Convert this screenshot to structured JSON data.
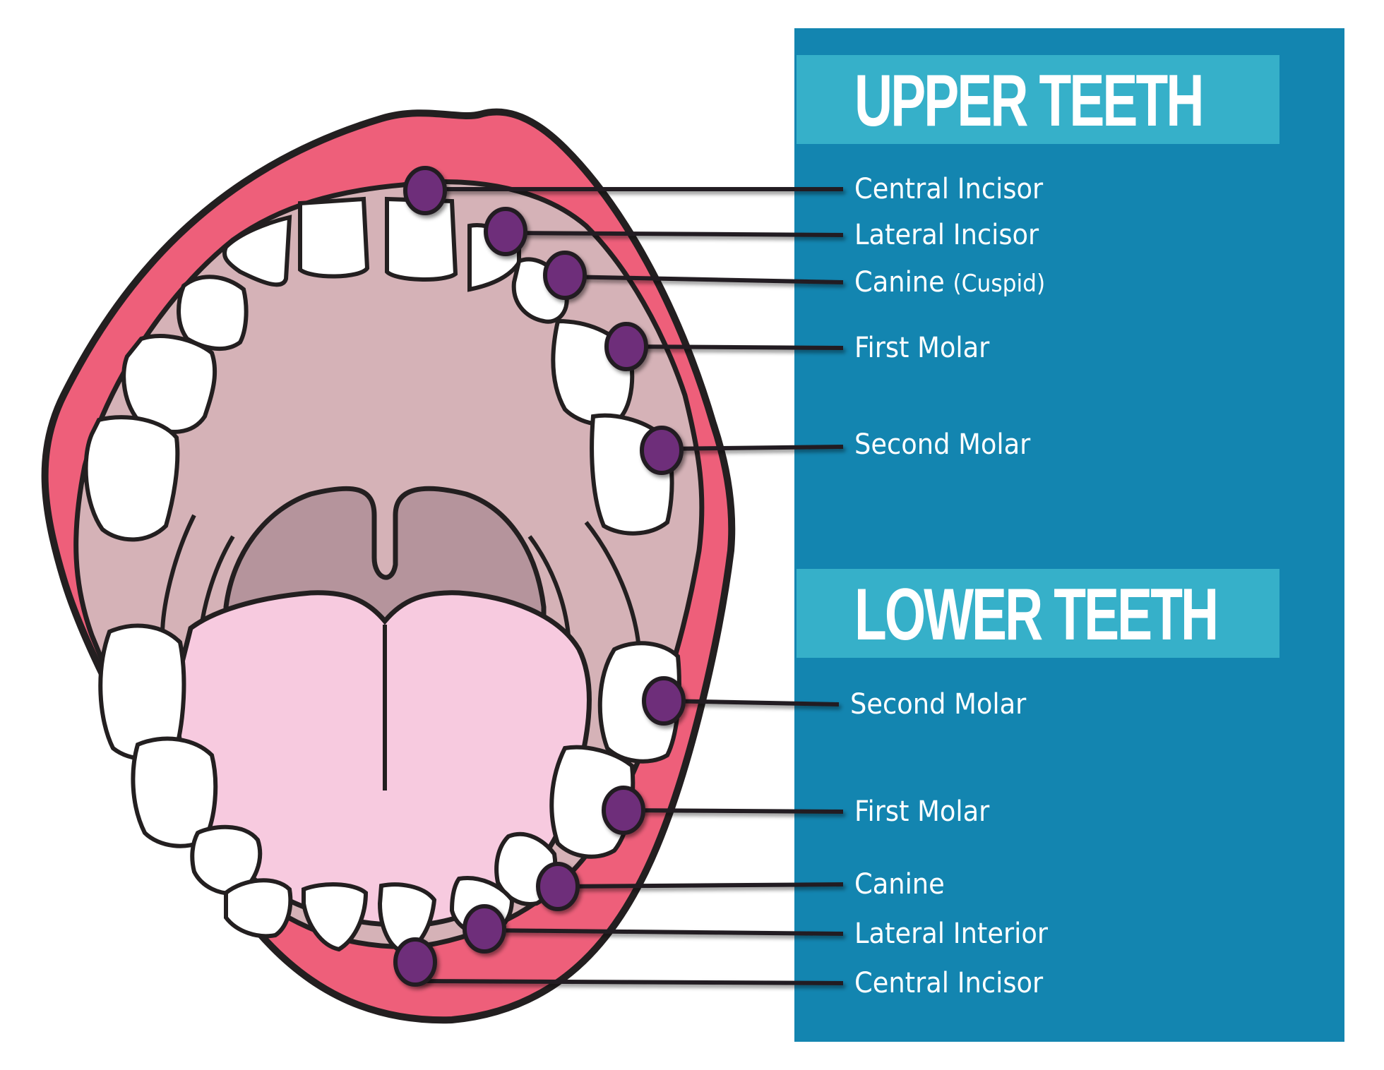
{
  "colors": {
    "panel_bg": "#1385b0",
    "header_bg": "#36b0c9",
    "lip": "#ee5f7a",
    "mouth_interior": "#d5b2b7",
    "throat": "#b5949c",
    "tongue": "#f7cadf",
    "tooth": "#ffffff",
    "outline": "#231f20",
    "marker": "#6e2d7a",
    "label_text": "#ffffff"
  },
  "upper": {
    "title": "UPPER TEETH",
    "labels": [
      {
        "name": "Central Incisor"
      },
      {
        "name": "Lateral Incisor"
      },
      {
        "name": "Canine",
        "sub": "(Cuspid)"
      },
      {
        "name": "First Molar"
      },
      {
        "name": "Second Molar"
      }
    ]
  },
  "lower": {
    "title": "LOWER TEETH",
    "labels": [
      {
        "name": "Second Molar"
      },
      {
        "name": "First Molar"
      },
      {
        "name": "Canine"
      },
      {
        "name": "Lateral Interior"
      },
      {
        "name": "Central Incisor"
      }
    ]
  }
}
